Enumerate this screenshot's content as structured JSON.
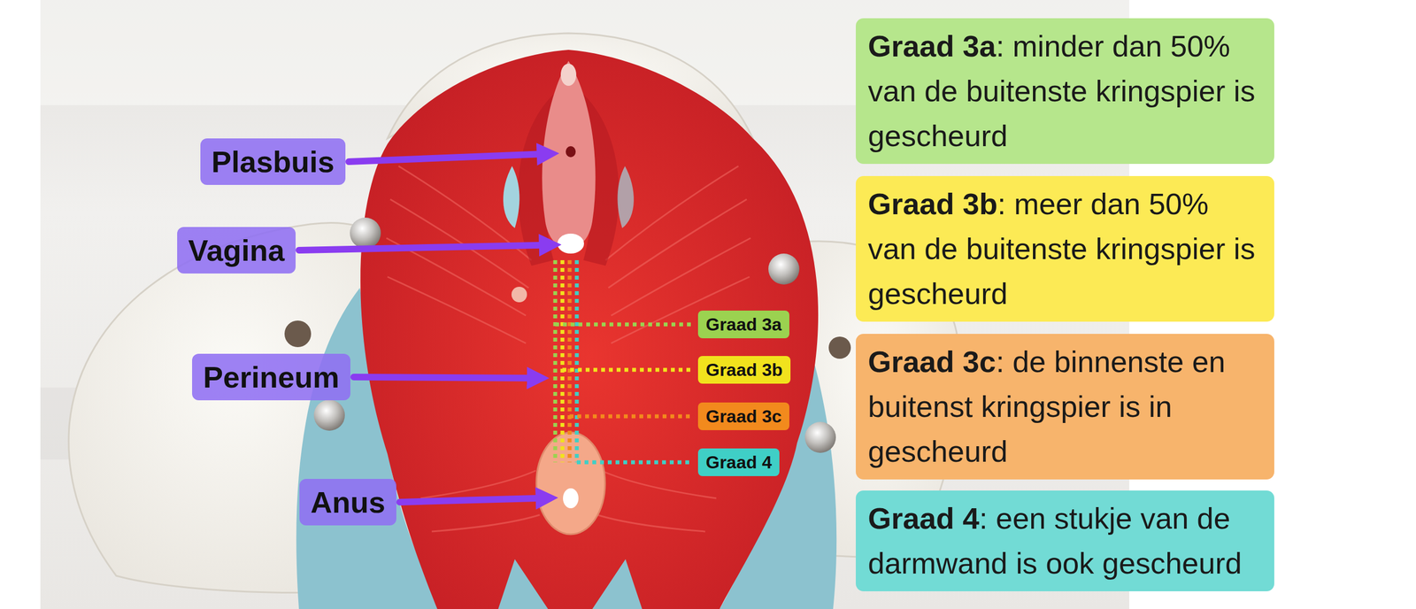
{
  "diagram": {
    "nodes": [
      {
        "text": [
          "Plasbuis"
        ]
      },
      {
        "text": [
          "Vagina"
        ]
      },
      {
        "text": [
          "Perineum"
        ]
      },
      {
        "text": [
          "Anus"
        ]
      },
      {
        "text": [
          "Graad 3a"
        ]
      },
      {
        "text": [
          "Graad 3b"
        ]
      },
      {
        "text": [
          "Graad 3c"
        ]
      },
      {
        "text": [
          "Graad 4"
        ]
      },
      {
        "text": [
          "Graad 3a",
          ": minder dan 50% van de buitenste kringspier is gescheurd"
        ]
      },
      {
        "text": [
          "Graad 3b",
          ": meer dan 50% van de buitenste kringspier is gescheurd"
        ]
      },
      {
        "text": [
          "Graad 3c",
          ": de binnenste en buitenst kringspier is in gescheurd"
        ]
      },
      {
        "text": [
          "Graad 4",
          ": een stukje van de darmwand is ook gescheurd"
        ]
      }
    ]
  }
}
